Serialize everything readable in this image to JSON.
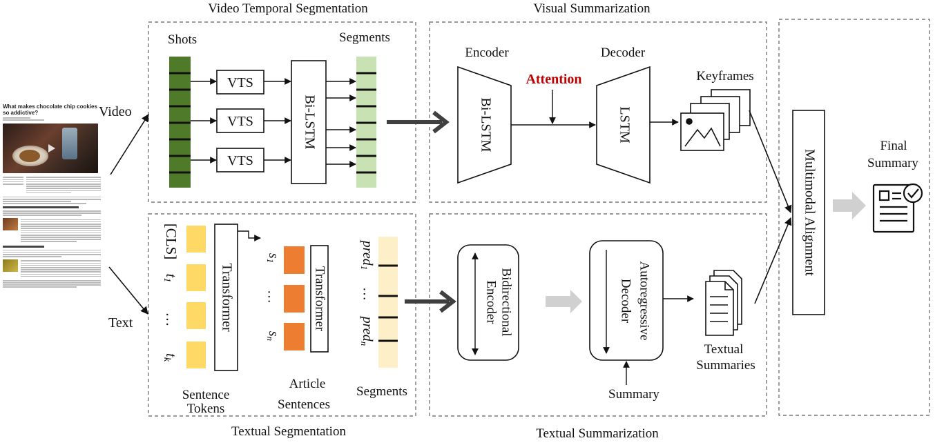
{
  "sections": {
    "vts": "Video Temporal Segmentation",
    "visual": "Visual Summarization",
    "textseg": "Textual Segmentation",
    "textsum": "Textual Summarization"
  },
  "inputs": {
    "video": "Video",
    "text": "Text"
  },
  "article": {
    "title": "What makes chocolate chip cookies so addictive?"
  },
  "vts": {
    "shots": "Shots",
    "segments": "Segments",
    "block": "VTS",
    "bilstm": "Bi-LSTM"
  },
  "visual": {
    "encoder": "Encoder",
    "decoder": "Decoder",
    "attention": "Attention",
    "bilstm": "Bi-LSTM",
    "lstm": "LSTM",
    "keyframes": "Keyframes"
  },
  "textseg": {
    "cls": "[CLS]",
    "t1": "t",
    "t1_sub": "1",
    "dots": "…",
    "tk": "t",
    "tk_sub": "k",
    "transformer": "Transformer",
    "s1": "s",
    "s1_sub": "1",
    "sn": "s",
    "sn_sub": "n",
    "pred1": "pred",
    "pred1_sub": "1",
    "predn": "pred",
    "predn_sub": "n",
    "sentence_tokens_1": "Sentence",
    "sentence_tokens_2": "Tokens",
    "article_sentences_1": "Article",
    "article_sentences_2": "Sentences",
    "segments": "Segments"
  },
  "textsum": {
    "bidir_1": "Bidirectional",
    "bidir_2": "Encoder",
    "auto_1": "Autoregressive",
    "auto_2": "Decoder",
    "summary": "Summary",
    "textual_1": "Textual",
    "textual_2": "Summaries"
  },
  "alignment": "Multimodal Alignment",
  "final": {
    "line1": "Final",
    "line2": "Summary"
  },
  "colors": {
    "shots": "#4f7a2a",
    "segments": "#c8e2b4",
    "tokens": "#ffd966",
    "sentences": "#ed7d31",
    "segcol": "#fdefc8",
    "attention": "#c00000",
    "grey_arrow": "#d0d0d0",
    "dark_arrow": "#404040"
  }
}
